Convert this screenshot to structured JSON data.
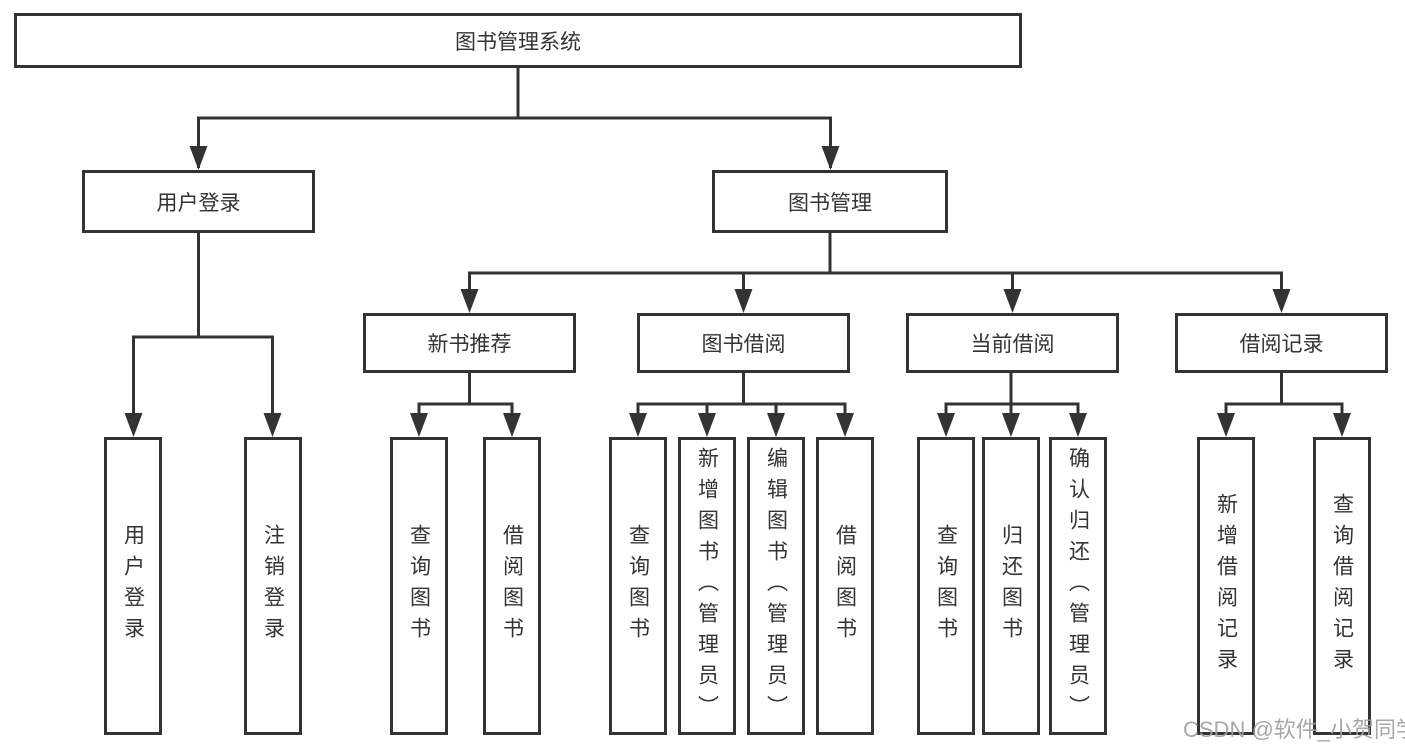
{
  "diagram": {
    "root": {
      "label": "图书管理系统"
    },
    "branches": [
      {
        "label": "用户登录",
        "children": [
          "用户登录",
          "注销登录"
        ]
      },
      {
        "label": "图书管理"
      }
    ],
    "modules": [
      {
        "label": "新书推荐",
        "children": [
          "查询图书",
          "借阅图书"
        ]
      },
      {
        "label": "图书借阅",
        "children": [
          "查询图书",
          "新增图书（管理员）",
          "编辑图书（管理员）",
          "借阅图书"
        ]
      },
      {
        "label": "当前借阅",
        "children": [
          "查询图书",
          "归还图书",
          "确认归还（管理员）"
        ]
      },
      {
        "label": "借阅记录",
        "children": [
          "新增借阅记录",
          "查询借阅记录"
        ]
      }
    ]
  },
  "watermark": {
    "text": "CSDN @软件_小贺同学"
  },
  "colors": {
    "line": "#333333",
    "text": "#333333",
    "watermark": "#a0a0a0",
    "background": "#ffffff"
  }
}
